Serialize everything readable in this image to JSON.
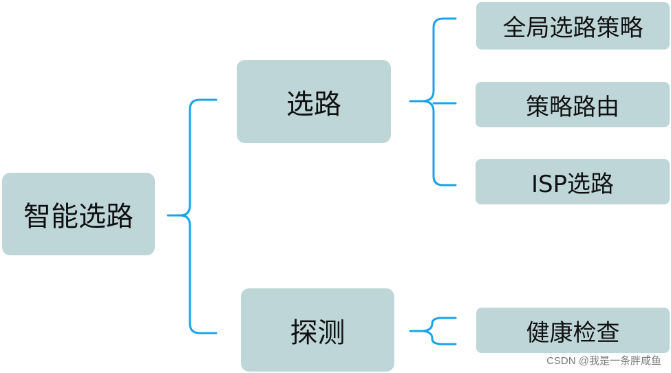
{
  "diagram": {
    "root": {
      "label": "智能选路"
    },
    "branches": [
      {
        "label": "选路",
        "children": [
          "全局选路策略",
          "策略路由",
          "ISP选路"
        ]
      },
      {
        "label": "探测",
        "children": [
          "健康检查"
        ]
      }
    ]
  },
  "colors": {
    "node_fill": "#bfd6d8",
    "connector": "#1aa3e8"
  },
  "watermark": "CSDN @我是一条胖咸鱼"
}
